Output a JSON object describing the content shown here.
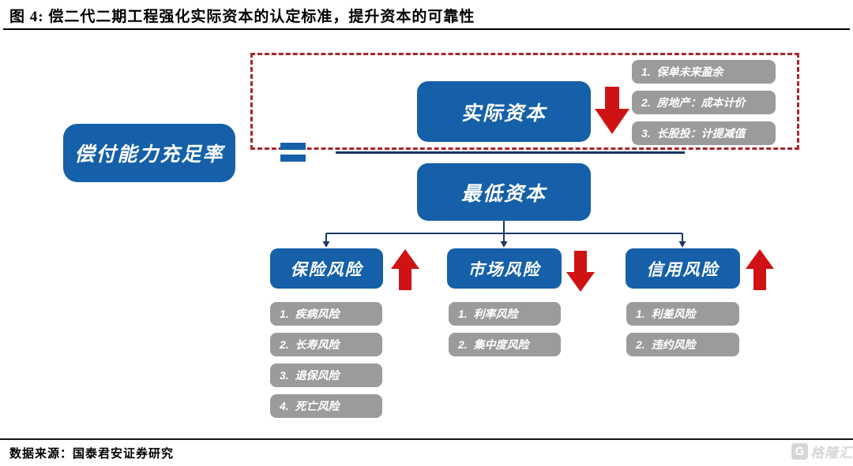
{
  "figure": {
    "title": "图 4: 偿二代二期工程强化实际资本的认定标准，提升资本的可靠性",
    "source": "数据来源：国泰君安证券研究",
    "watermark": {
      "icon_letter": "G",
      "text": "格隆汇"
    }
  },
  "colors": {
    "box_blue": "#1560a8",
    "item_gray": "#9b9b9b",
    "arrow_red": "#cf1315",
    "dashed_red": "#a8262b",
    "line_navy": "#1f3864"
  },
  "diagram": {
    "solvency_ratio": {
      "label": "偿付能力充足率"
    },
    "equals_sign": "=",
    "actual_capital": {
      "label": "实际资本",
      "trend": "down",
      "notes": [
        "1.  保单未来盈余",
        "2.  房地产：成本计价",
        "3.  长股投：计提减值"
      ]
    },
    "minimum_capital": {
      "label": "最低资本"
    },
    "risks": [
      {
        "label": "保险风险",
        "trend": "up",
        "items": [
          "1.  疾病风险",
          "2.  长寿风险",
          "3.  退保风险",
          "4.  死亡风险"
        ]
      },
      {
        "label": "市场风险",
        "trend": "down",
        "items": [
          "1.  利率风险",
          "2.  集中度风险"
        ]
      },
      {
        "label": "信用风险",
        "trend": "up",
        "items": [
          "1.  利差风险",
          "2.  违约风险"
        ]
      }
    ]
  }
}
